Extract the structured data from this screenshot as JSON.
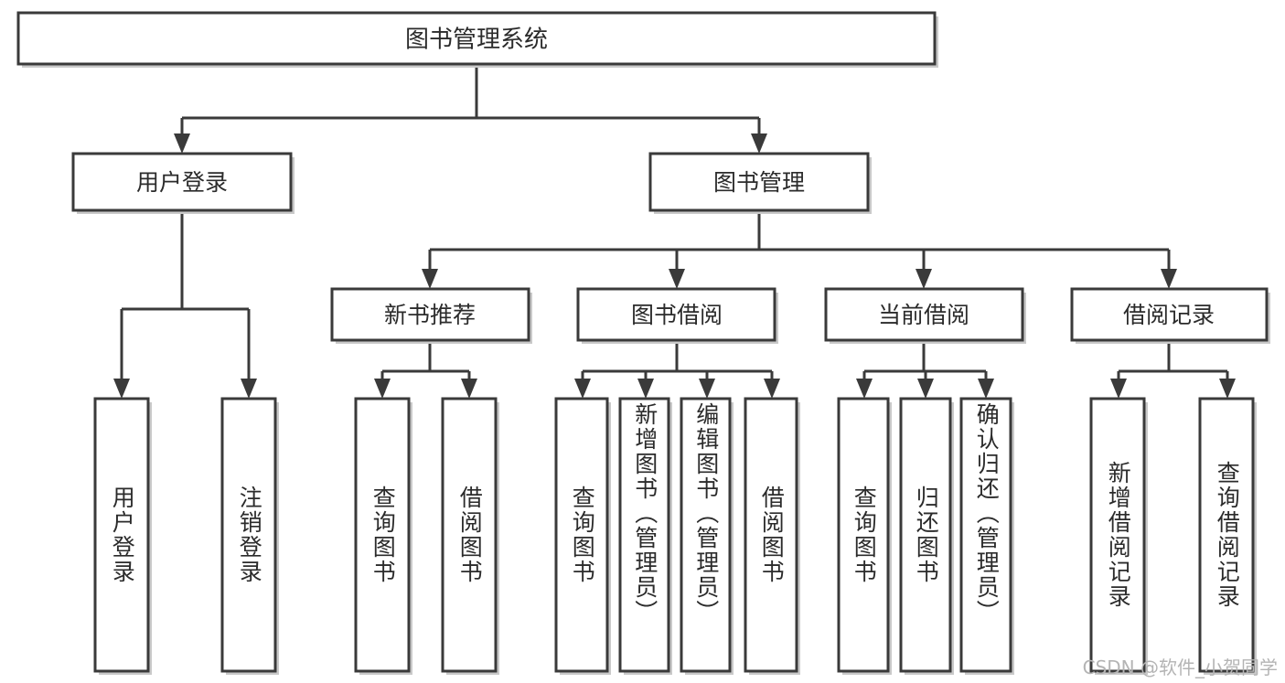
{
  "diagram": {
    "type": "hierarchy-tree",
    "title_node": {
      "id": "root",
      "label": "图书管理系统",
      "orientation": "horizontal"
    },
    "level2": [
      {
        "id": "user-login",
        "label": "用户登录",
        "orientation": "horizontal"
      },
      {
        "id": "book-manage",
        "label": "图书管理",
        "orientation": "horizontal"
      }
    ],
    "level3": [
      {
        "id": "new-book-rec",
        "label": "新书推荐",
        "orientation": "horizontal",
        "parent": "book-manage"
      },
      {
        "id": "book-borrow",
        "label": "图书借阅",
        "orientation": "horizontal",
        "parent": "book-manage"
      },
      {
        "id": "current-borrow",
        "label": "当前借阅",
        "orientation": "horizontal",
        "parent": "book-manage"
      },
      {
        "id": "borrow-record",
        "label": "借阅记录",
        "orientation": "horizontal",
        "parent": "book-manage"
      }
    ],
    "leaves": [
      {
        "id": "leaf-user-login",
        "label": "用户登录",
        "orientation": "vertical",
        "parent": "user-login"
      },
      {
        "id": "leaf-user-logout",
        "label": "注销登录",
        "orientation": "vertical",
        "parent": "user-login"
      },
      {
        "id": "leaf-query-book-1",
        "label": "查询图书",
        "orientation": "vertical",
        "parent": "new-book-rec"
      },
      {
        "id": "leaf-borrow-book-1",
        "label": "借阅图书",
        "orientation": "vertical",
        "parent": "new-book-rec"
      },
      {
        "id": "leaf-query-book-2",
        "label": "查询图书",
        "orientation": "vertical",
        "parent": "book-borrow"
      },
      {
        "id": "leaf-add-book",
        "label": "新增图书（管理员）",
        "orientation": "vertical",
        "parent": "book-borrow"
      },
      {
        "id": "leaf-edit-book",
        "label": "编辑图书（管理员）",
        "orientation": "vertical",
        "parent": "book-borrow"
      },
      {
        "id": "leaf-borrow-book-2",
        "label": "借阅图书",
        "orientation": "vertical",
        "parent": "book-borrow"
      },
      {
        "id": "leaf-query-book-3",
        "label": "查询图书",
        "orientation": "vertical",
        "parent": "current-borrow"
      },
      {
        "id": "leaf-return-book",
        "label": "归还图书",
        "orientation": "vertical",
        "parent": "current-borrow"
      },
      {
        "id": "leaf-confirm-return",
        "label": "确认归还（管理员）",
        "orientation": "vertical",
        "parent": "current-borrow"
      },
      {
        "id": "leaf-add-record",
        "label": "新增借阅记录",
        "orientation": "vertical",
        "parent": "borrow-record"
      },
      {
        "id": "leaf-query-record",
        "label": "查询借阅记录",
        "orientation": "vertical",
        "parent": "borrow-record"
      }
    ]
  },
  "watermark": {
    "text": "CSDN @软件_小贺同学"
  },
  "colors": {
    "box_stroke": "#3a3a3a",
    "box_fill": "#ffffff",
    "text": "#2b2b2b",
    "shadow": "#c9c9c9",
    "watermark": "#b4b4b4",
    "background": "#ffffff"
  }
}
